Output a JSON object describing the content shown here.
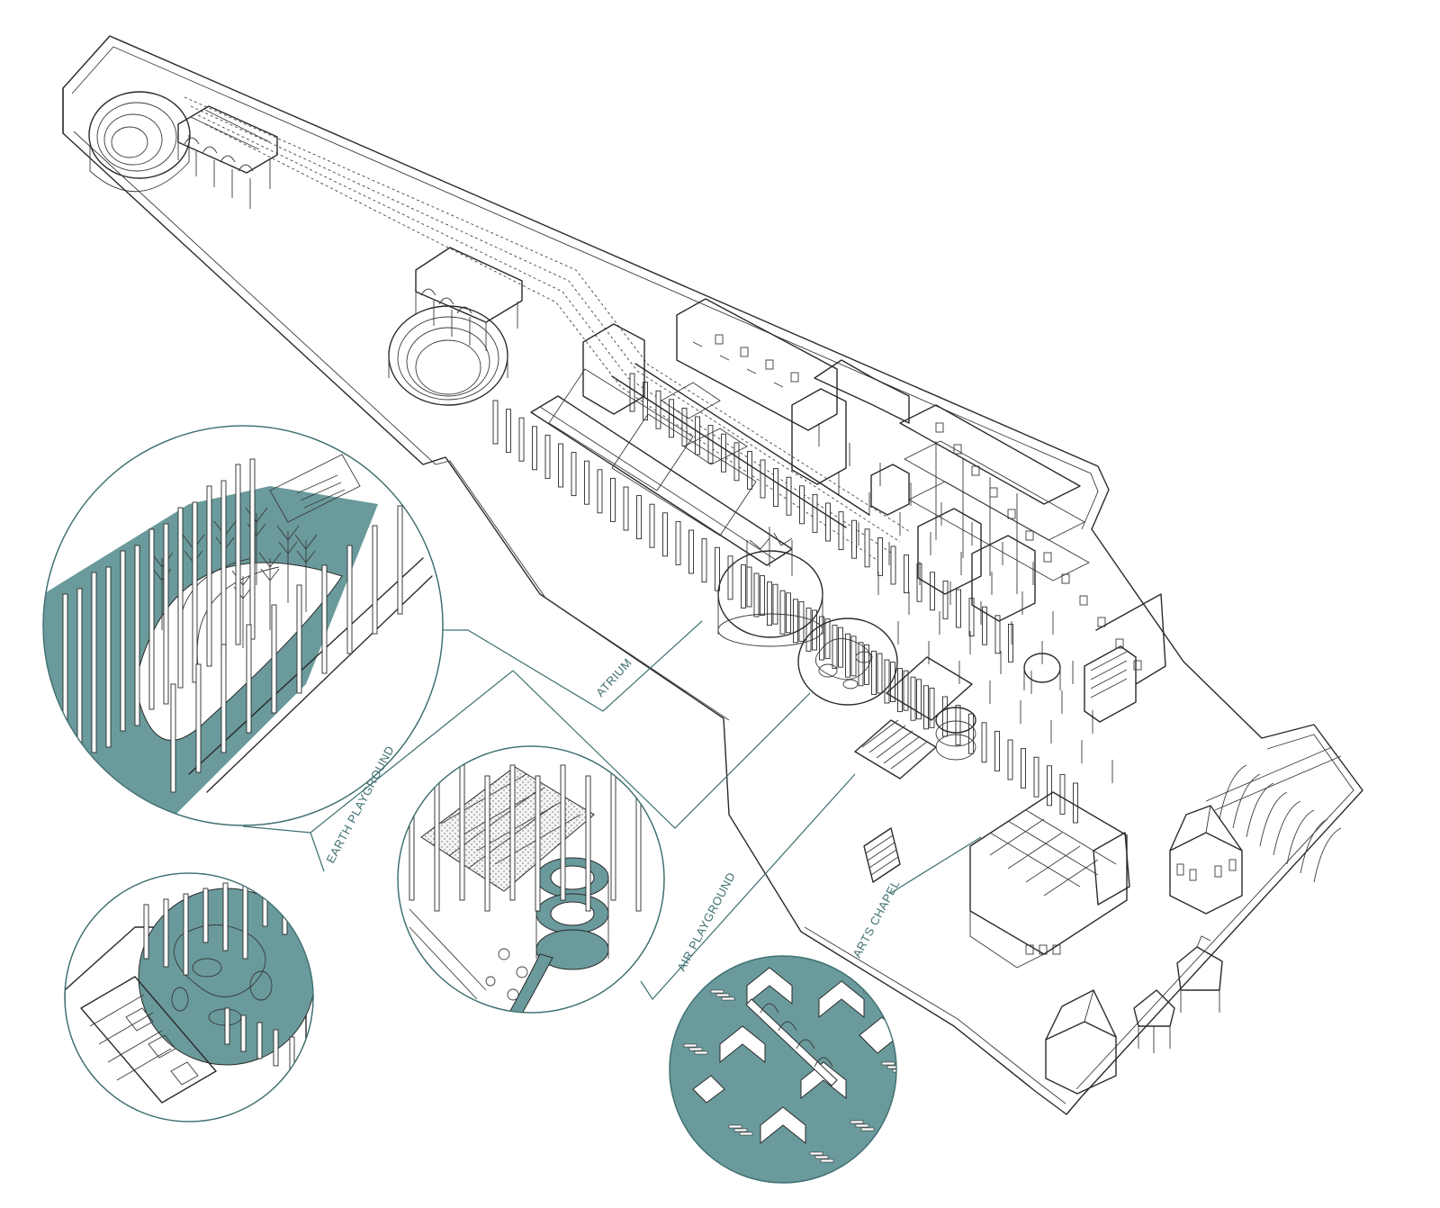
{
  "colors": {
    "accent": "#6a9a9c",
    "accent_dark": "#3f6f70",
    "line": "#2a2a2a",
    "background": "#ffffff"
  },
  "labels": {
    "atrium": "ATRIUM",
    "earth_playground": "EARTH PLAYGROUND",
    "air_playground": "AIR PLAYGROUND",
    "arts_chapel": "ARTS CHAPEL"
  }
}
